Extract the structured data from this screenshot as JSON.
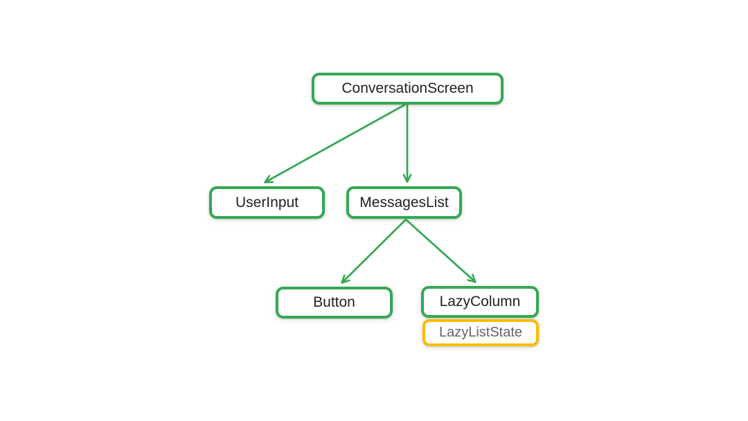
{
  "colors": {
    "green": "#34A853",
    "yellow": "#FBBC04",
    "textDark": "#202124",
    "textGray": "#5F6368"
  },
  "diagram": {
    "type": "component-tree",
    "nodes": {
      "conversation_screen": {
        "label": "ConversationScreen",
        "border": "green"
      },
      "user_input": {
        "label": "UserInput",
        "border": "green"
      },
      "messages_list": {
        "label": "MessagesList",
        "border": "green"
      },
      "button": {
        "label": "Button",
        "border": "green"
      },
      "lazy_column": {
        "label": "LazyColumn",
        "border": "green"
      },
      "lazy_list_state": {
        "label": "LazyListState",
        "border": "yellow"
      }
    },
    "edges": [
      {
        "from": "ConversationScreen",
        "to": "UserInput"
      },
      {
        "from": "ConversationScreen",
        "to": "MessagesList"
      },
      {
        "from": "MessagesList",
        "to": "Button"
      },
      {
        "from": "MessagesList",
        "to": "LazyColumn"
      }
    ]
  }
}
